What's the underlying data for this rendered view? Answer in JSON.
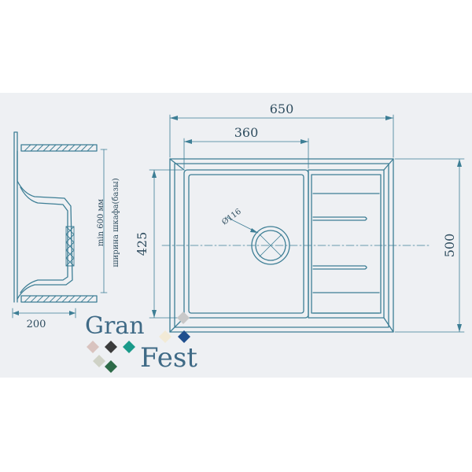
{
  "colors": {
    "background": "#ffffff",
    "panel": "#eef0f3",
    "line": "#3d7e95",
    "text": "#2f4d5f",
    "logo_text": "#3f6a86"
  },
  "dimensions": {
    "overall_width": "650",
    "bowl_width": "360",
    "bowl_depth": "425",
    "overall_depth": "500",
    "drain_diameter": "Ø116",
    "cabinet_min": "min 600 мм",
    "cabinet_label": "ширина шкафа(базы)",
    "side_depth": "200"
  },
  "logo": {
    "line1": "Gran",
    "line2": "Fest",
    "swatch_colors": [
      "#c8c8c8",
      "#1f4f8e",
      "#f2ead6",
      "#d9c3bf",
      "#3b3b3b",
      "#1a9a8a",
      "#cfd2c6",
      "#2d6b48"
    ],
    "icon": "colored-diamond-swatches-icon"
  }
}
